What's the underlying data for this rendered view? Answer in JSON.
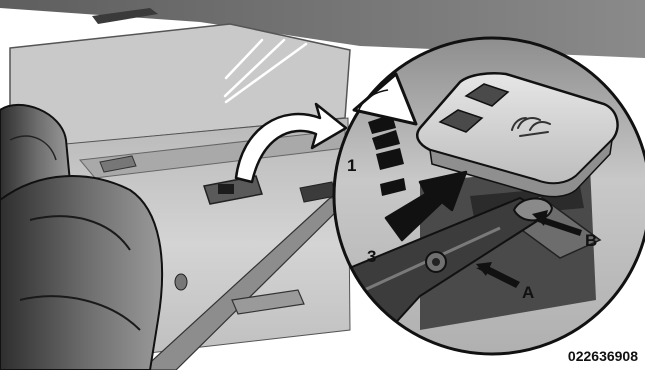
{
  "figure_id": "022636908",
  "callouts": {
    "step_1": "1",
    "step_3": "3",
    "label_a": "A",
    "label_b": "B"
  },
  "palette": {
    "interior_light": "#cfcfcf",
    "interior_mid": "#9c9c9c",
    "interior_dark": "#4a4a4a",
    "outline": "#111111",
    "arrow_fill": "#ffffff",
    "arrow_dark": "#111111"
  }
}
